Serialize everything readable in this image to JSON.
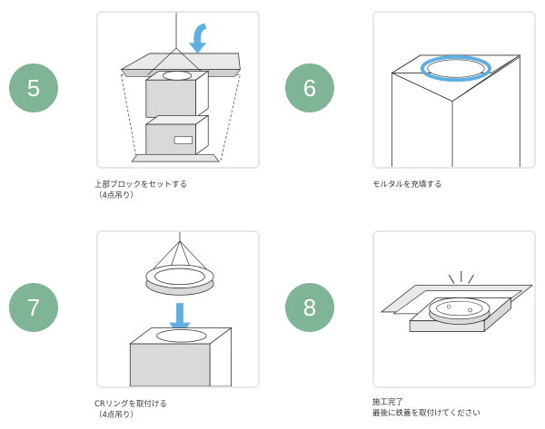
{
  "steps": [
    {
      "number": "5",
      "caption_line1": "上部ブロックをセットする",
      "caption_line2": "（4点吊り）"
    },
    {
      "number": "6",
      "caption_line1": "モルタルを充填する",
      "caption_line2": ""
    },
    {
      "number": "7",
      "caption_line1": "CRリングを取付ける",
      "caption_line2": "（4点吊り）"
    },
    {
      "number": "8",
      "caption_line1": "施工完了",
      "caption_line2": "最後に鉄蓋を取付けてください"
    }
  ],
  "colors": {
    "badge": "#7fb596",
    "arrow": "#5fb0e0",
    "ring_highlight": "#5fb0e0",
    "block_shadow": "#d9d9d9",
    "card_border": "#e7e7e7"
  },
  "icons": [
    "down-arrow-icon",
    "lifting-sling-icon",
    "sparkle-icon"
  ]
}
